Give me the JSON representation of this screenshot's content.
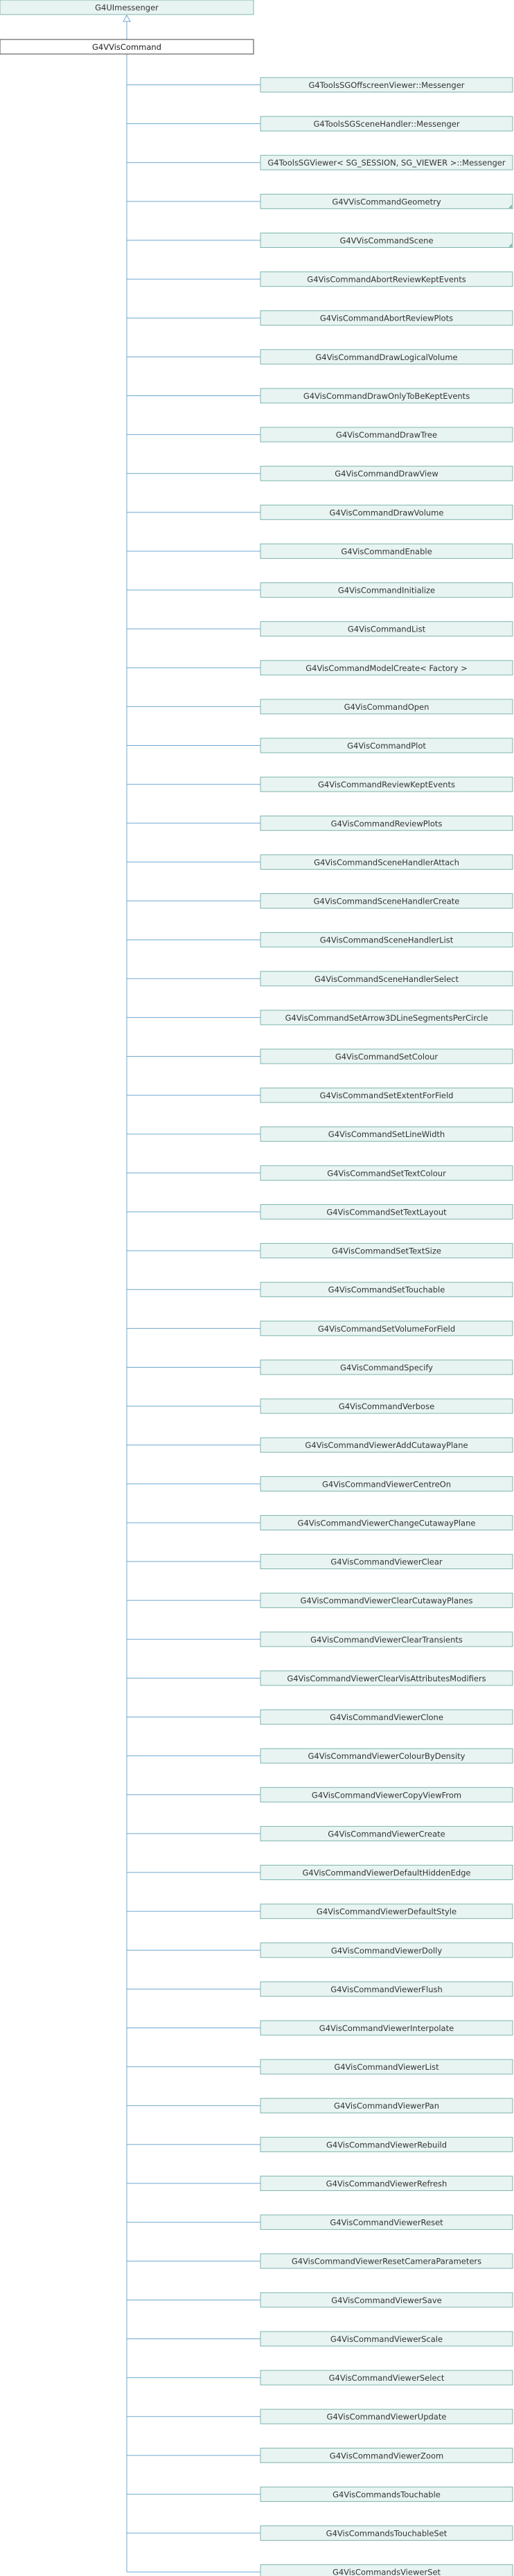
{
  "base": "G4UImessenger",
  "root": "G4VVisCommand",
  "children": [
    {
      "label": "G4ToolsSGOffscreenViewer::Messenger"
    },
    {
      "label": "G4ToolsSGSceneHandler::Messenger"
    },
    {
      "label": "G4ToolsSGViewer< SG_SESSION, SG_VIEWER >::Messenger"
    },
    {
      "label": "G4VVisCommandGeometry",
      "has_subclasses": true
    },
    {
      "label": "G4VVisCommandScene",
      "has_subclasses": true
    },
    {
      "label": "G4VisCommandAbortReviewKeptEvents"
    },
    {
      "label": "G4VisCommandAbortReviewPlots"
    },
    {
      "label": "G4VisCommandDrawLogicalVolume"
    },
    {
      "label": "G4VisCommandDrawOnlyToBeKeptEvents"
    },
    {
      "label": "G4VisCommandDrawTree"
    },
    {
      "label": "G4VisCommandDrawView"
    },
    {
      "label": "G4VisCommandDrawVolume"
    },
    {
      "label": "G4VisCommandEnable"
    },
    {
      "label": "G4VisCommandInitialize"
    },
    {
      "label": "G4VisCommandList"
    },
    {
      "label": "G4VisCommandModelCreate< Factory >"
    },
    {
      "label": "G4VisCommandOpen"
    },
    {
      "label": "G4VisCommandPlot"
    },
    {
      "label": "G4VisCommandReviewKeptEvents"
    },
    {
      "label": "G4VisCommandReviewPlots"
    },
    {
      "label": "G4VisCommandSceneHandlerAttach"
    },
    {
      "label": "G4VisCommandSceneHandlerCreate"
    },
    {
      "label": "G4VisCommandSceneHandlerList"
    },
    {
      "label": "G4VisCommandSceneHandlerSelect"
    },
    {
      "label": "G4VisCommandSetArrow3DLineSegmentsPerCircle"
    },
    {
      "label": "G4VisCommandSetColour"
    },
    {
      "label": "G4VisCommandSetExtentForField"
    },
    {
      "label": "G4VisCommandSetLineWidth"
    },
    {
      "label": "G4VisCommandSetTextColour"
    },
    {
      "label": "G4VisCommandSetTextLayout"
    },
    {
      "label": "G4VisCommandSetTextSize"
    },
    {
      "label": "G4VisCommandSetTouchable"
    },
    {
      "label": "G4VisCommandSetVolumeForField"
    },
    {
      "label": "G4VisCommandSpecify"
    },
    {
      "label": "G4VisCommandVerbose"
    },
    {
      "label": "G4VisCommandViewerAddCutawayPlane"
    },
    {
      "label": "G4VisCommandViewerCentreOn"
    },
    {
      "label": "G4VisCommandViewerChangeCutawayPlane"
    },
    {
      "label": "G4VisCommandViewerClear"
    },
    {
      "label": "G4VisCommandViewerClearCutawayPlanes"
    },
    {
      "label": "G4VisCommandViewerClearTransients"
    },
    {
      "label": "G4VisCommandViewerClearVisAttributesModifiers"
    },
    {
      "label": "G4VisCommandViewerClone"
    },
    {
      "label": "G4VisCommandViewerColourByDensity"
    },
    {
      "label": "G4VisCommandViewerCopyViewFrom"
    },
    {
      "label": "G4VisCommandViewerCreate"
    },
    {
      "label": "G4VisCommandViewerDefaultHiddenEdge"
    },
    {
      "label": "G4VisCommandViewerDefaultStyle"
    },
    {
      "label": "G4VisCommandViewerDolly"
    },
    {
      "label": "G4VisCommandViewerFlush"
    },
    {
      "label": "G4VisCommandViewerInterpolate"
    },
    {
      "label": "G4VisCommandViewerList"
    },
    {
      "label": "G4VisCommandViewerPan"
    },
    {
      "label": "G4VisCommandViewerRebuild"
    },
    {
      "label": "G4VisCommandViewerRefresh"
    },
    {
      "label": "G4VisCommandViewerReset"
    },
    {
      "label": "G4VisCommandViewerResetCameraParameters"
    },
    {
      "label": "G4VisCommandViewerSave"
    },
    {
      "label": "G4VisCommandViewerScale"
    },
    {
      "label": "G4VisCommandViewerSelect"
    },
    {
      "label": "G4VisCommandViewerUpdate"
    },
    {
      "label": "G4VisCommandViewerZoom"
    },
    {
      "label": "G4VisCommandsTouchable"
    },
    {
      "label": "G4VisCommandsTouchableSet"
    },
    {
      "label": "G4VisCommandsViewerSet"
    }
  ]
}
